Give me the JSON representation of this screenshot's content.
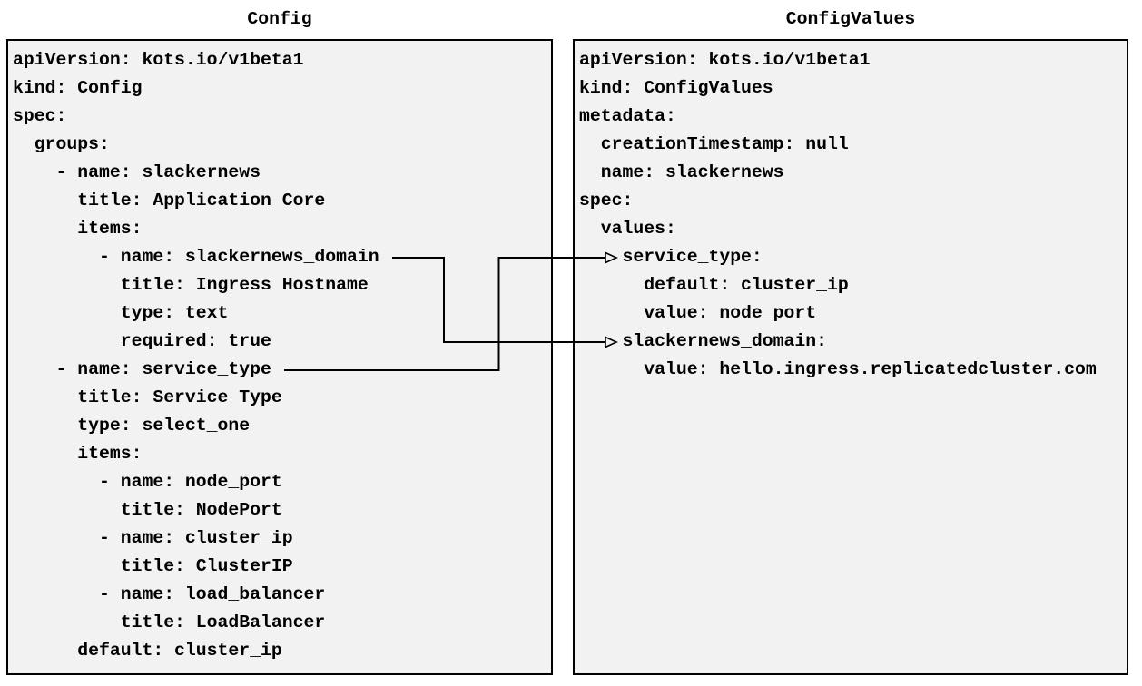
{
  "colors": {
    "canvas-bg": "#ffffff",
    "panel-bg": "#f2f2f2",
    "panel-border": "#000000",
    "text": "#000000",
    "arrow": "#000000"
  },
  "panels": [
    {
      "title": "Config",
      "lines": [
        "apiVersion: kots.io/v1beta1",
        "kind: Config",
        "spec:",
        "  groups:",
        "    - name: slackernews",
        "      title: Application Core",
        "      items:",
        "        - name: slackernews_domain",
        "          title: Ingress Hostname",
        "          type: text",
        "          required: true",
        "    - name: service_type",
        "      title: Service Type",
        "      type: select_one",
        "      items:",
        "        - name: node_port",
        "          title: NodePort",
        "        - name: cluster_ip",
        "          title: ClusterIP",
        "        - name: load_balancer",
        "          title: LoadBalancer",
        "      default: cluster_ip"
      ]
    },
    {
      "title": "ConfigValues",
      "lines": [
        "apiVersion: kots.io/v1beta1",
        "kind: ConfigValues",
        "metadata:",
        "  creationTimestamp: null",
        "  name: slackernews",
        "spec:",
        "  values:",
        "    service_type:",
        "      default: cluster_ip",
        "      value: node_port",
        "    slackernews_domain:",
        "      value: hello.ingress.replicatedcluster.com"
      ]
    }
  ],
  "connections": [
    {
      "from": "Config: - name: slackernews_domain",
      "to": "ConfigValues: slackernews_domain:"
    },
    {
      "from": "Config: - name: service_type",
      "to": "ConfigValues: service_type:"
    }
  ]
}
